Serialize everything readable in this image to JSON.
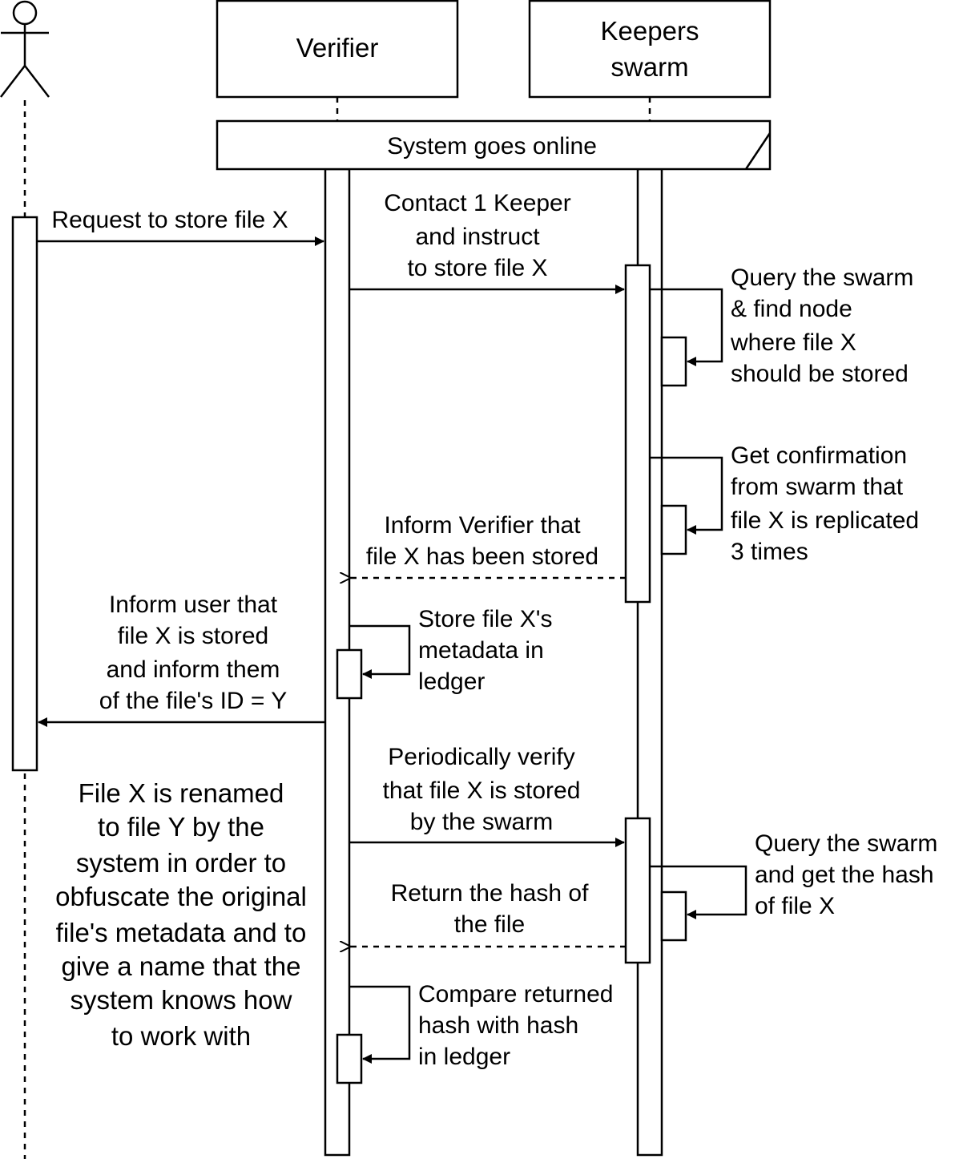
{
  "participants": {
    "verifier": "Verifier",
    "keepers_line1": "Keepers",
    "keepers_line2": "swarm"
  },
  "frame_label": "System goes online",
  "messages": {
    "request_store": "Request to store file X",
    "contact_keeper": [
      "Contact 1 Keeper",
      "and instruct",
      "to store file X"
    ],
    "query_swarm": [
      "Query the swarm",
      "& find node",
      "where file X",
      "should be stored"
    ],
    "get_confirmation": [
      "Get confirmation",
      "from swarm that",
      "file X is replicated",
      "3 times"
    ],
    "inform_verifier": [
      "Inform Verifier that",
      "file X has been stored"
    ],
    "store_metadata": [
      "Store file X's",
      "metadata in",
      "ledger"
    ],
    "inform_user": [
      "Inform user that",
      "file X is stored",
      "and inform them",
      "of the file's ID = Y"
    ],
    "periodic_verify": [
      "Periodically verify",
      "that file X is stored",
      "by the swarm"
    ],
    "query_hash": [
      "Query the swarm",
      "and get the hash",
      "of file X"
    ],
    "return_hash": [
      "Return the hash of",
      "the file"
    ],
    "compare_hash": [
      "Compare returned",
      "hash with hash",
      "in ledger"
    ]
  },
  "note": [
    "File X is renamed",
    "to file Y by the",
    "system in order to",
    "obfuscate the original",
    "file's metadata and to",
    "give a name that the",
    "system knows how",
    "to work with"
  ]
}
